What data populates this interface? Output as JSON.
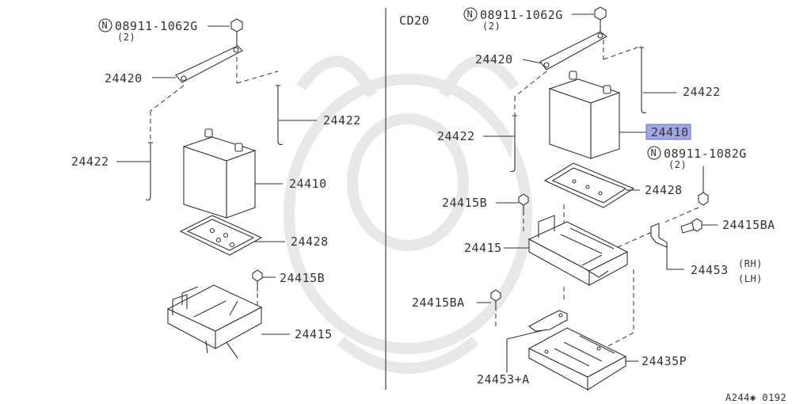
{
  "section_label": "CD20",
  "diagram_code": "A244✱ 0192",
  "nut_symbol": "N",
  "highlight_color": "#9fa7e6",
  "left": {
    "nut_part": "08911-1062G",
    "nut_qty": "(2)",
    "clamp_bar": "24420",
    "rod_right": "24422",
    "rod_left": "24422",
    "battery": "24410",
    "tray_pad": "24428",
    "bolt": "24415B",
    "tray": "24415"
  },
  "right": {
    "nut_part": "08911-1062G",
    "nut_qty": "(2)",
    "clamp_bar": "24420",
    "rod_right": "24422",
    "rod_left": "24422",
    "battery": "24410",
    "nut2_part": "08911-1082G",
    "nut2_qty": "(2)",
    "tray_pad": "24428",
    "bolt_b": "24415B",
    "bolt_ba_right": "24415BA",
    "tray": "24415",
    "bracket": "24453",
    "rh": "(RH)",
    "lh": "(LH)",
    "bolt_ba_left": "24415BA",
    "bracket_a": "24453+A",
    "tray_lower": "24435P"
  }
}
